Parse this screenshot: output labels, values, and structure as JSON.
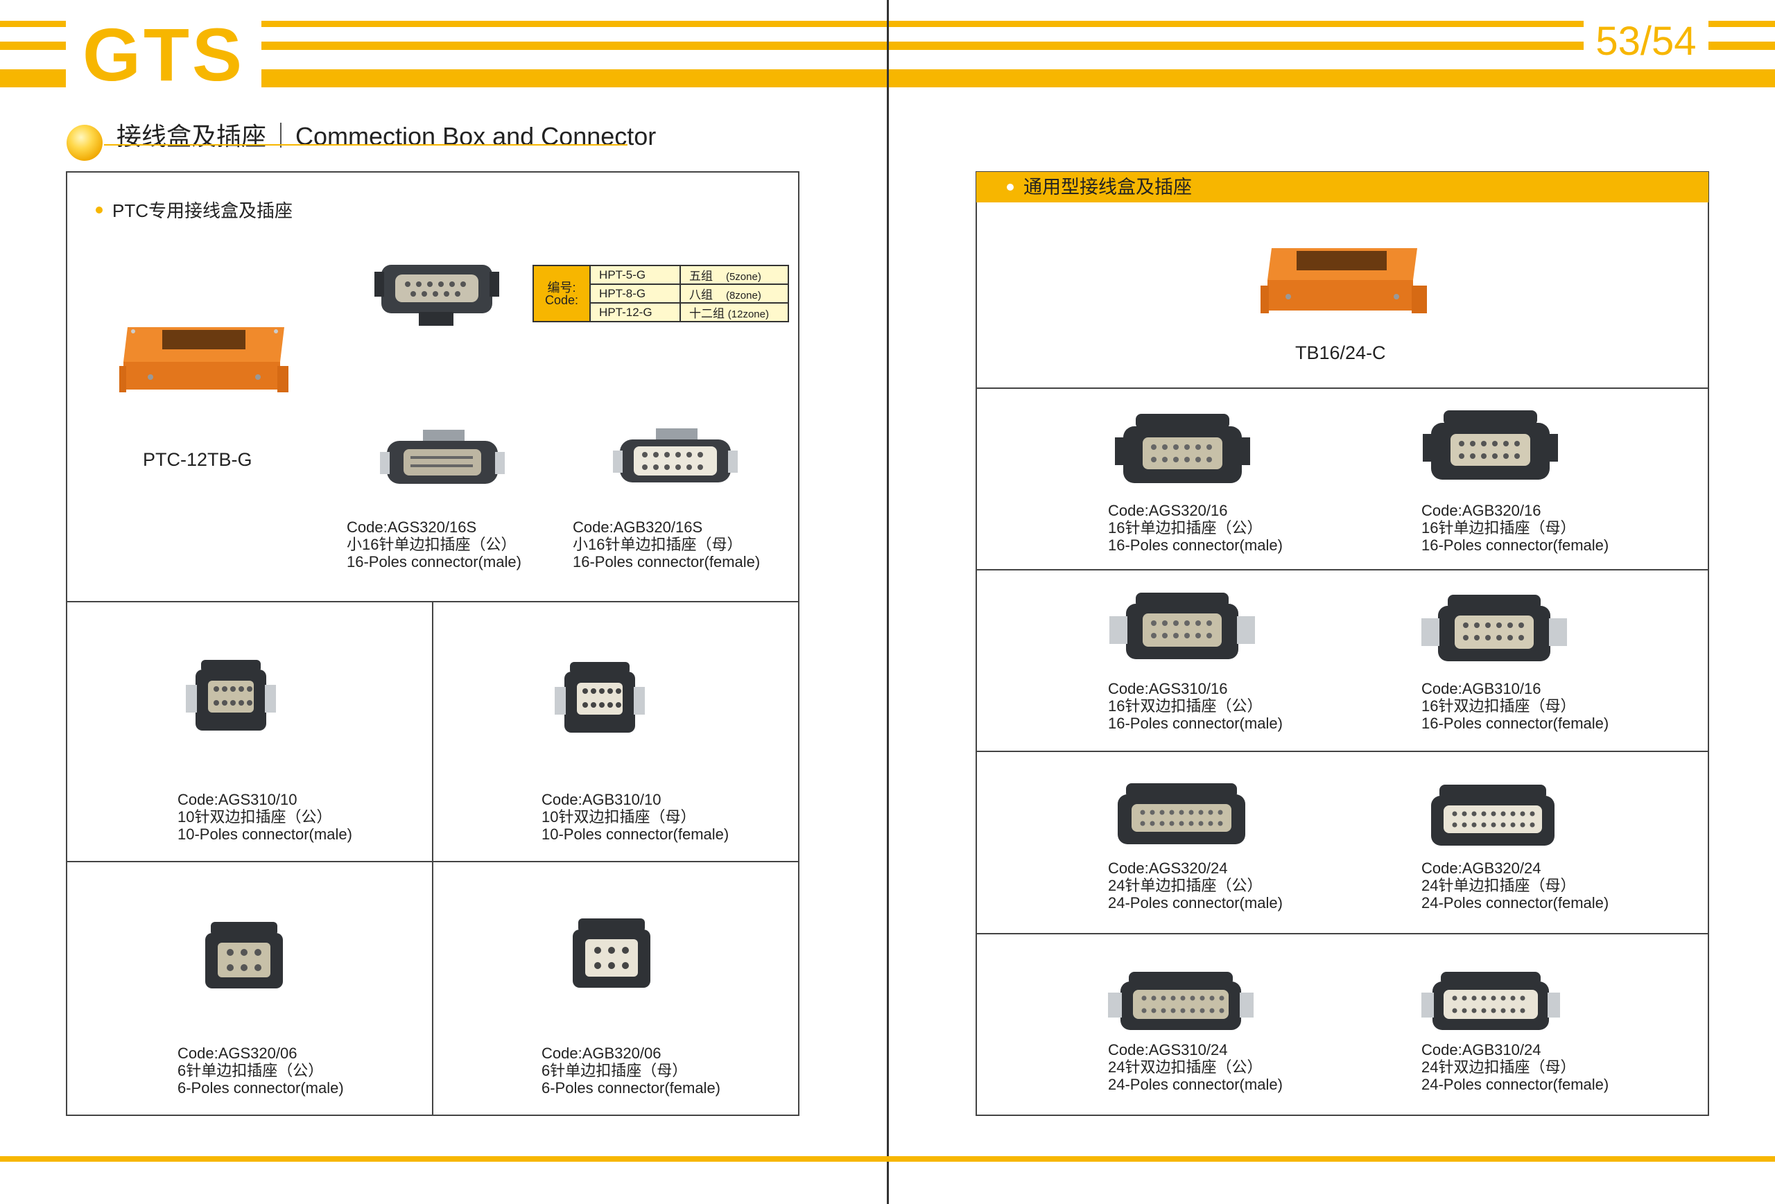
{
  "header": {
    "logo": "GTS",
    "page_number": "53/54"
  },
  "section": {
    "title_cn": "接线盒及插座",
    "title_en": "Commection Box and Connector"
  },
  "left": {
    "subtitle": "PTC专用接线盒及插座",
    "box_label": "PTC-12TB-G",
    "code_table": {
      "header": [
        "编号:",
        "Code:"
      ],
      "rows": [
        {
          "code": "HPT-5-G",
          "zone_cn": "五组",
          "zone_en": "(5zone)"
        },
        {
          "code": "HPT-8-G",
          "zone_cn": "八组",
          "zone_en": "(8zone)"
        },
        {
          "code": "HPT-12-G",
          "zone_cn": "十二组",
          "zone_en": "(12zone)"
        }
      ]
    },
    "items": [
      {
        "code": "Code:AGS320/16S",
        "cn": "小16针单边扣插座（公）",
        "en": "16-Poles connector(male)"
      },
      {
        "code": "Code:AGB320/16S",
        "cn": "小16针单边扣插座（母）",
        "en": "16-Poles connector(female)"
      },
      {
        "code": "Code:AGS310/10",
        "cn": "10针双边扣插座（公）",
        "en": "10-Poles connector(male)"
      },
      {
        "code": "Code:AGB310/10",
        "cn": "10针双边扣插座（母）",
        "en": "10-Poles connector(female)"
      },
      {
        "code": "Code:AGS320/06",
        "cn": "6针单边扣插座（公）",
        "en": "6-Poles connector(male)"
      },
      {
        "code": "Code:AGB320/06",
        "cn": "6针单边扣插座（母）",
        "en": "6-Poles connector(female)"
      }
    ]
  },
  "right": {
    "subtitle": "通用型接线盒及插座",
    "box_label": "TB16/24-C",
    "items": [
      {
        "code": "Code:AGS320/16",
        "cn": "16针单边扣插座（公）",
        "en": "16-Poles connector(male)"
      },
      {
        "code": "Code:AGB320/16",
        "cn": "16针单边扣插座（母）",
        "en": "16-Poles connector(female)"
      },
      {
        "code": "Code:AGS310/16",
        "cn": "16针双边扣插座（公）",
        "en": "16-Poles connector(male)"
      },
      {
        "code": "Code:AGB310/16",
        "cn": "16针双边扣插座（母）",
        "en": "16-Poles connector(female)"
      },
      {
        "code": "Code:AGS320/24",
        "cn": "24针单边扣插座（公）",
        "en": "24-Poles connector(male)"
      },
      {
        "code": "Code:AGB320/24",
        "cn": "24针单边扣插座（母）",
        "en": "24-Poles connector(female)"
      },
      {
        "code": "Code:AGS310/24",
        "cn": "24针双边扣插座（公）",
        "en": "24-Poles connector(male)"
      },
      {
        "code": "Code:AGB310/24",
        "cn": "24针双边扣插座（母）",
        "en": "24-Poles connector(female)"
      }
    ]
  }
}
